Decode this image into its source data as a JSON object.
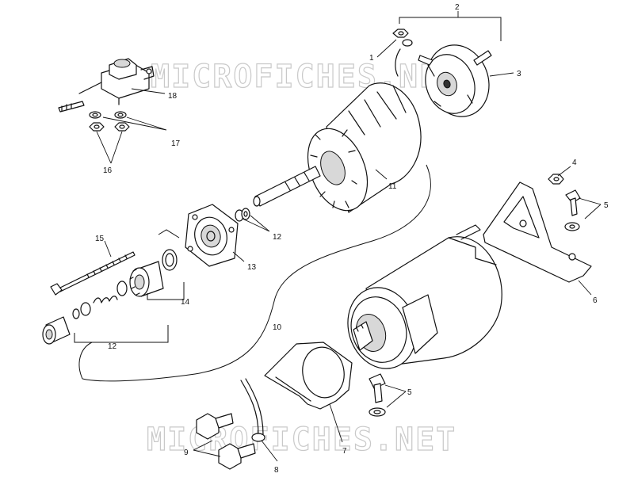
{
  "watermark_text": "MICROFICHES.NET",
  "callouts": {
    "c1": "1",
    "c2": "2",
    "c3": "3",
    "c4": "4",
    "c5a": "5",
    "c5b": "5",
    "c6": "6",
    "c7": "7",
    "c8": "8",
    "c9": "9",
    "c10": "10",
    "c11": "11",
    "c12a": "12",
    "c12b": "12",
    "c13": "13",
    "c14": "14",
    "c15": "15",
    "c16": "16",
    "c17": "17",
    "c18": "18"
  },
  "colors": {
    "ink": "#111111",
    "watermark": "#c9c9c9",
    "background": "#ffffff"
  }
}
